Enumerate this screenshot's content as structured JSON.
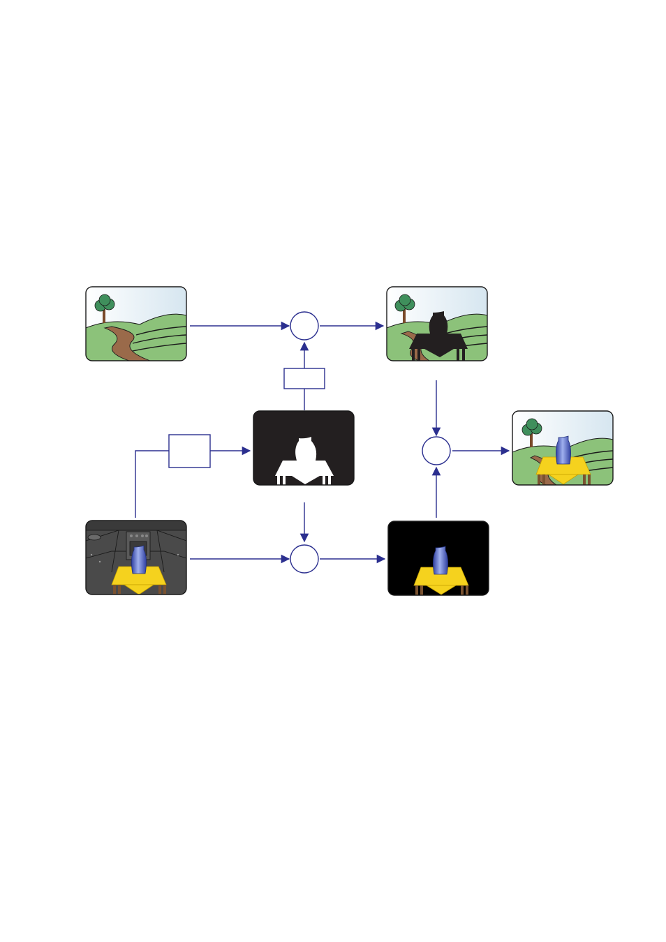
{
  "colors": {
    "flow": "#2b2f8f",
    "sky_top": "#d6e6f0",
    "sky_bottom": "#ffffff",
    "hill": "#8cc27a",
    "hill_line": "#1a1a1a",
    "path": "#9a6a4a",
    "tree_canopy": "#3f8f5c",
    "tree_trunk": "#7a4a2a",
    "vase": "#5a6fd0",
    "tablecloth": "#f5d21e",
    "table_wood": "#7a5230",
    "kitchen": "#4a4a4a",
    "matte_black": "#231f20",
    "matte_white": "#ffffff"
  },
  "panels": [
    {
      "id": "background",
      "icon": "landscape-icon"
    },
    {
      "id": "background-masked",
      "icon": "landscape-with-silhouette-icon"
    },
    {
      "id": "matte",
      "icon": "silhouette-matte-icon"
    },
    {
      "id": "foreground",
      "icon": "kitchen-scene-icon"
    },
    {
      "id": "foreground-masked",
      "icon": "vase-on-black-icon"
    },
    {
      "id": "composite",
      "icon": "composite-scene-icon"
    }
  ],
  "operators": {
    "invert_box": "",
    "key_box": "",
    "multiply_top": "",
    "multiply_bottom": "",
    "add_node": ""
  }
}
